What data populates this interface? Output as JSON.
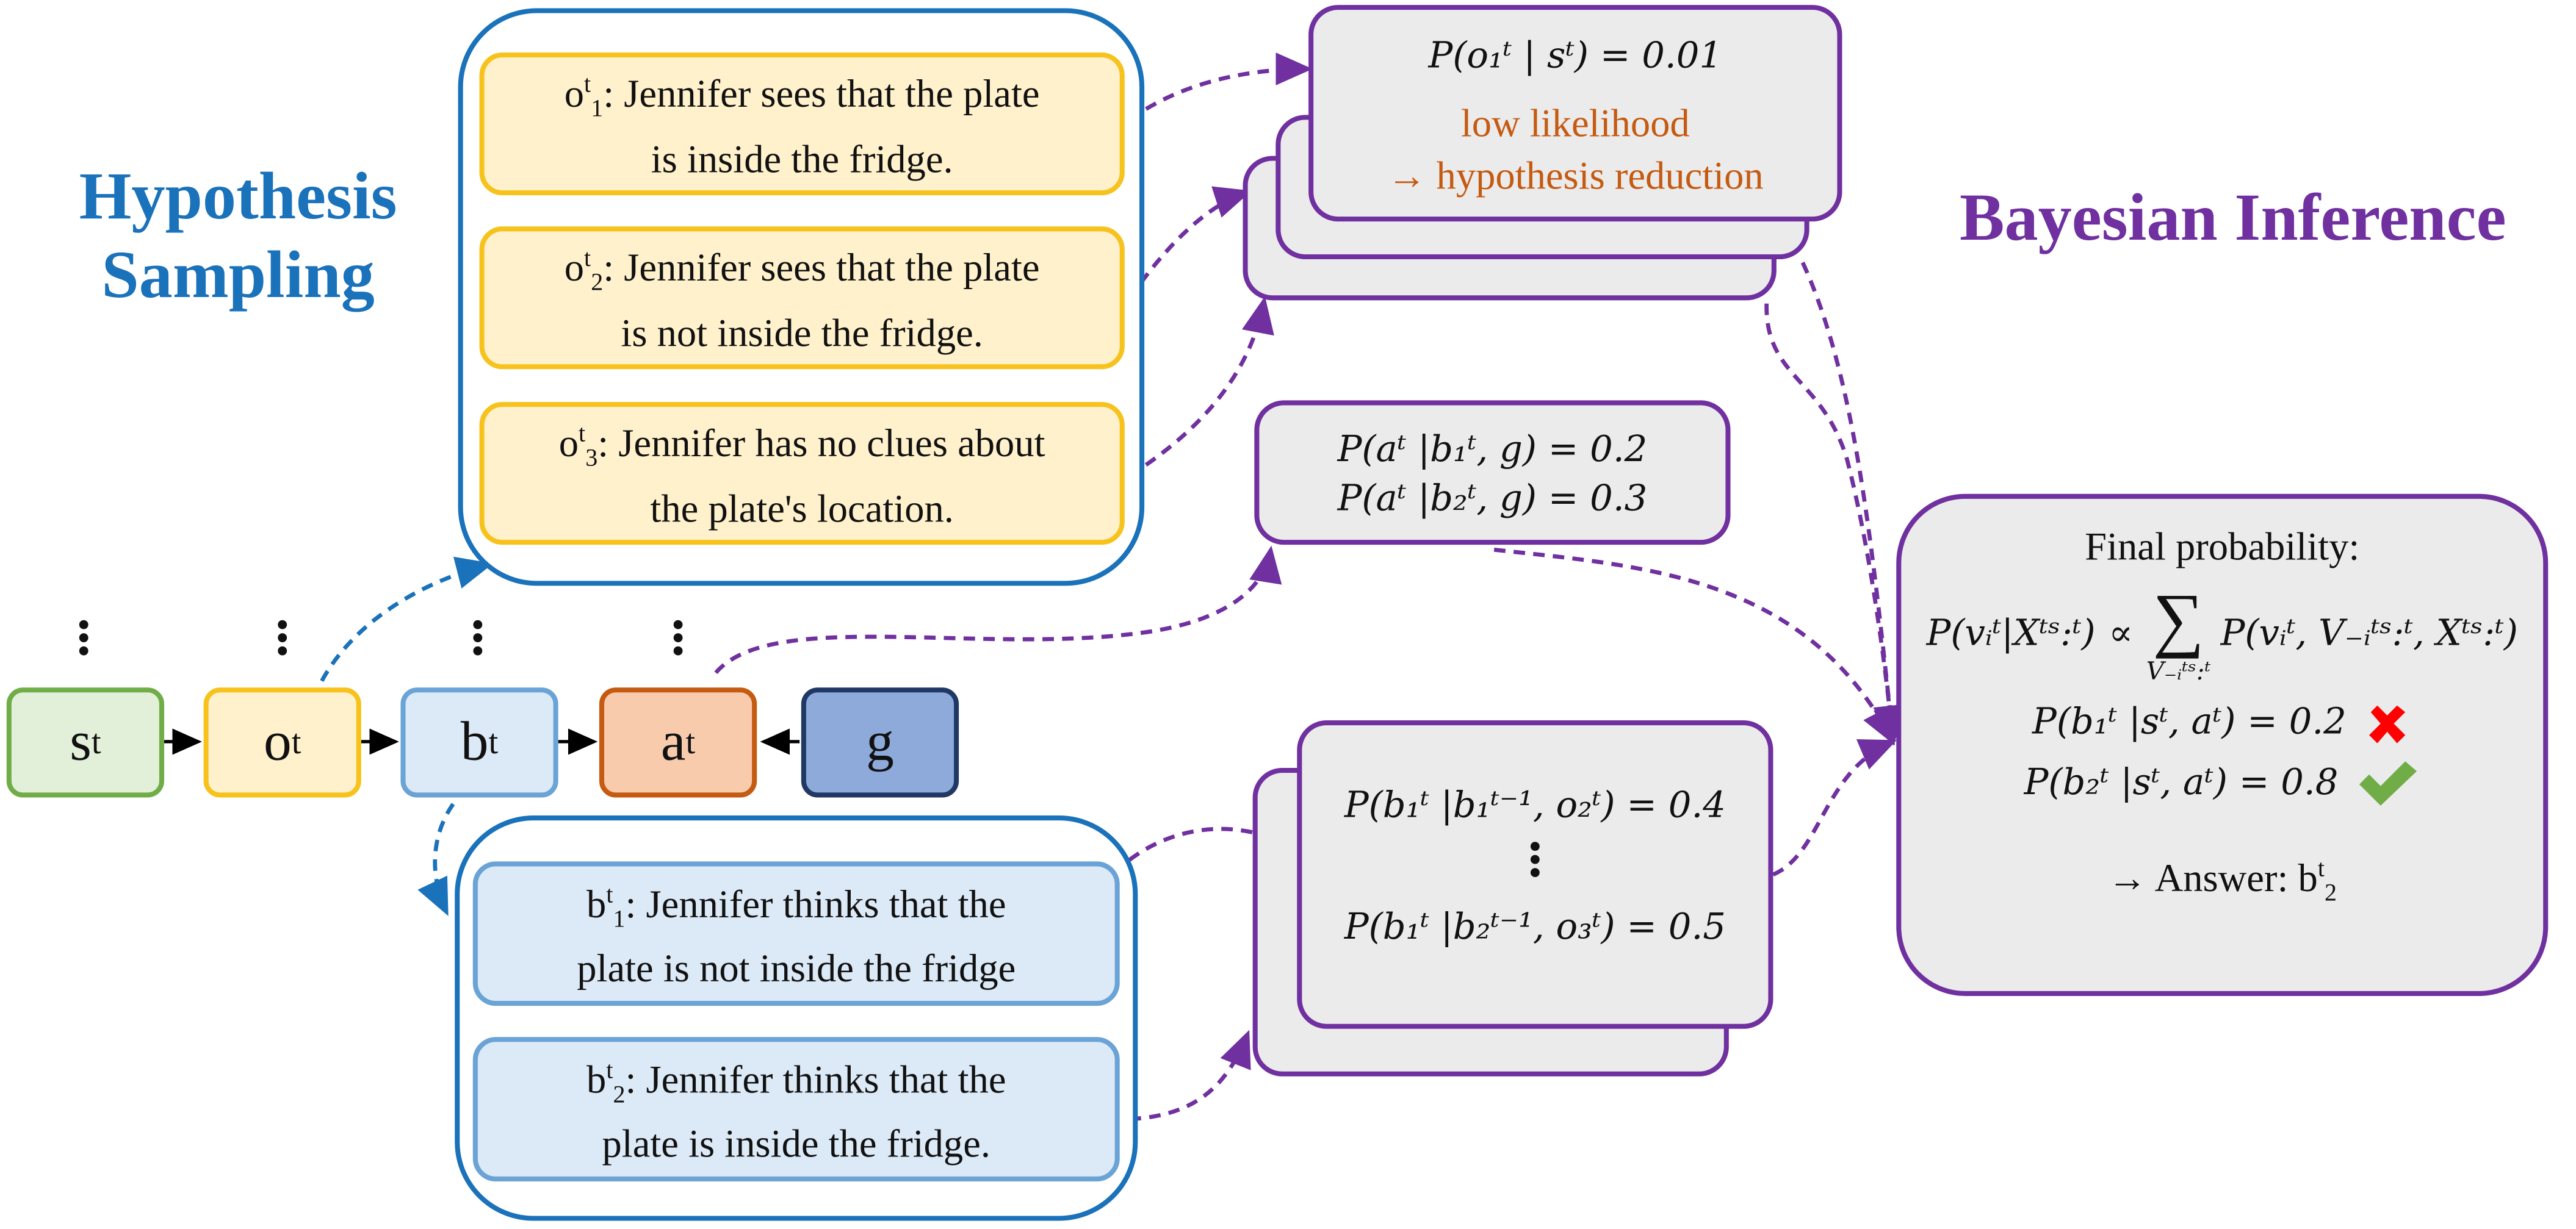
{
  "titles": {
    "hypothesis_sampling_line1": "Hypothesis",
    "hypothesis_sampling_line2": "Sampling",
    "bayesian_inference": "Bayesian Inference"
  },
  "nodes": {
    "s": "s",
    "o": "o",
    "b": "b",
    "a": "a",
    "g": "g",
    "t": "t"
  },
  "observations": [
    {
      "prefix": "o",
      "index": "1",
      "line1": ": Jennifer sees that the plate",
      "line2": "is inside the fridge."
    },
    {
      "prefix": "o",
      "index": "2",
      "line1": ": Jennifer sees that the plate",
      "line2": "is not inside the fridge."
    },
    {
      "prefix": "o",
      "index": "3",
      "line1": ": Jennifer has no clues about",
      "line2": "the plate's location."
    }
  ],
  "beliefs": [
    {
      "prefix": "b",
      "index": "1",
      "line1": ": Jennifer thinks that the",
      "line2": "plate is not inside the fridge"
    },
    {
      "prefix": "b",
      "index": "2",
      "line1": ": Jennifer thinks that the",
      "line2": "plate is inside the fridge."
    }
  ],
  "obs_likelihood": {
    "equation": "P(o₁ᵗ | sᵗ) = 0.01",
    "note_line1": "low likelihood",
    "note_line2": "→ hypothesis reduction",
    "note_color": "#c55a11"
  },
  "action_likelihood": {
    "line1": "P(aᵗ |b₁ᵗ, g) = 0.2",
    "line2": "P(aᵗ |b₂ᵗ, g) = 0.3"
  },
  "belief_transition": {
    "line1": "P(b₁ᵗ |b₁ᵗ⁻¹, o₂ᵗ) = 0.4",
    "line2": "P(b₁ᵗ |b₂ᵗ⁻¹, o₃ᵗ) = 0.5"
  },
  "final": {
    "heading": "Final probability:",
    "formula_lhs": "P(vᵢᵗ|Xᵗˢ:ᵗ)",
    "formula_prop": "∝",
    "formula_sum": "∑",
    "formula_sum_index": "V₋ᵢᵗˢ:ᵗ",
    "formula_rhs": "P(vᵢᵗ, V₋ᵢᵗˢ:ᵗ, Xᵗˢ:ᵗ)",
    "candidate1": "P(b₁ᵗ |sᵗ, aᵗ) = 0.2",
    "candidate2": "P(b₂ᵗ |sᵗ, aᵗ) = 0.8",
    "candidate1_mark": "cross-icon",
    "candidate2_mark": "check-icon",
    "answer_prefix": "→ Answer: b",
    "answer_sup": "t",
    "answer_sub": "2"
  },
  "colors": {
    "blue_title": "#1a72bb",
    "purple": "#7030a0",
    "s_node": "#e2efd9",
    "o_node": "#fff1cc",
    "b_node": "#dce9f6",
    "a_node": "#f8cbad",
    "g_node": "#8eaadb",
    "cross": "#ff0000",
    "check": "#70ad47"
  }
}
